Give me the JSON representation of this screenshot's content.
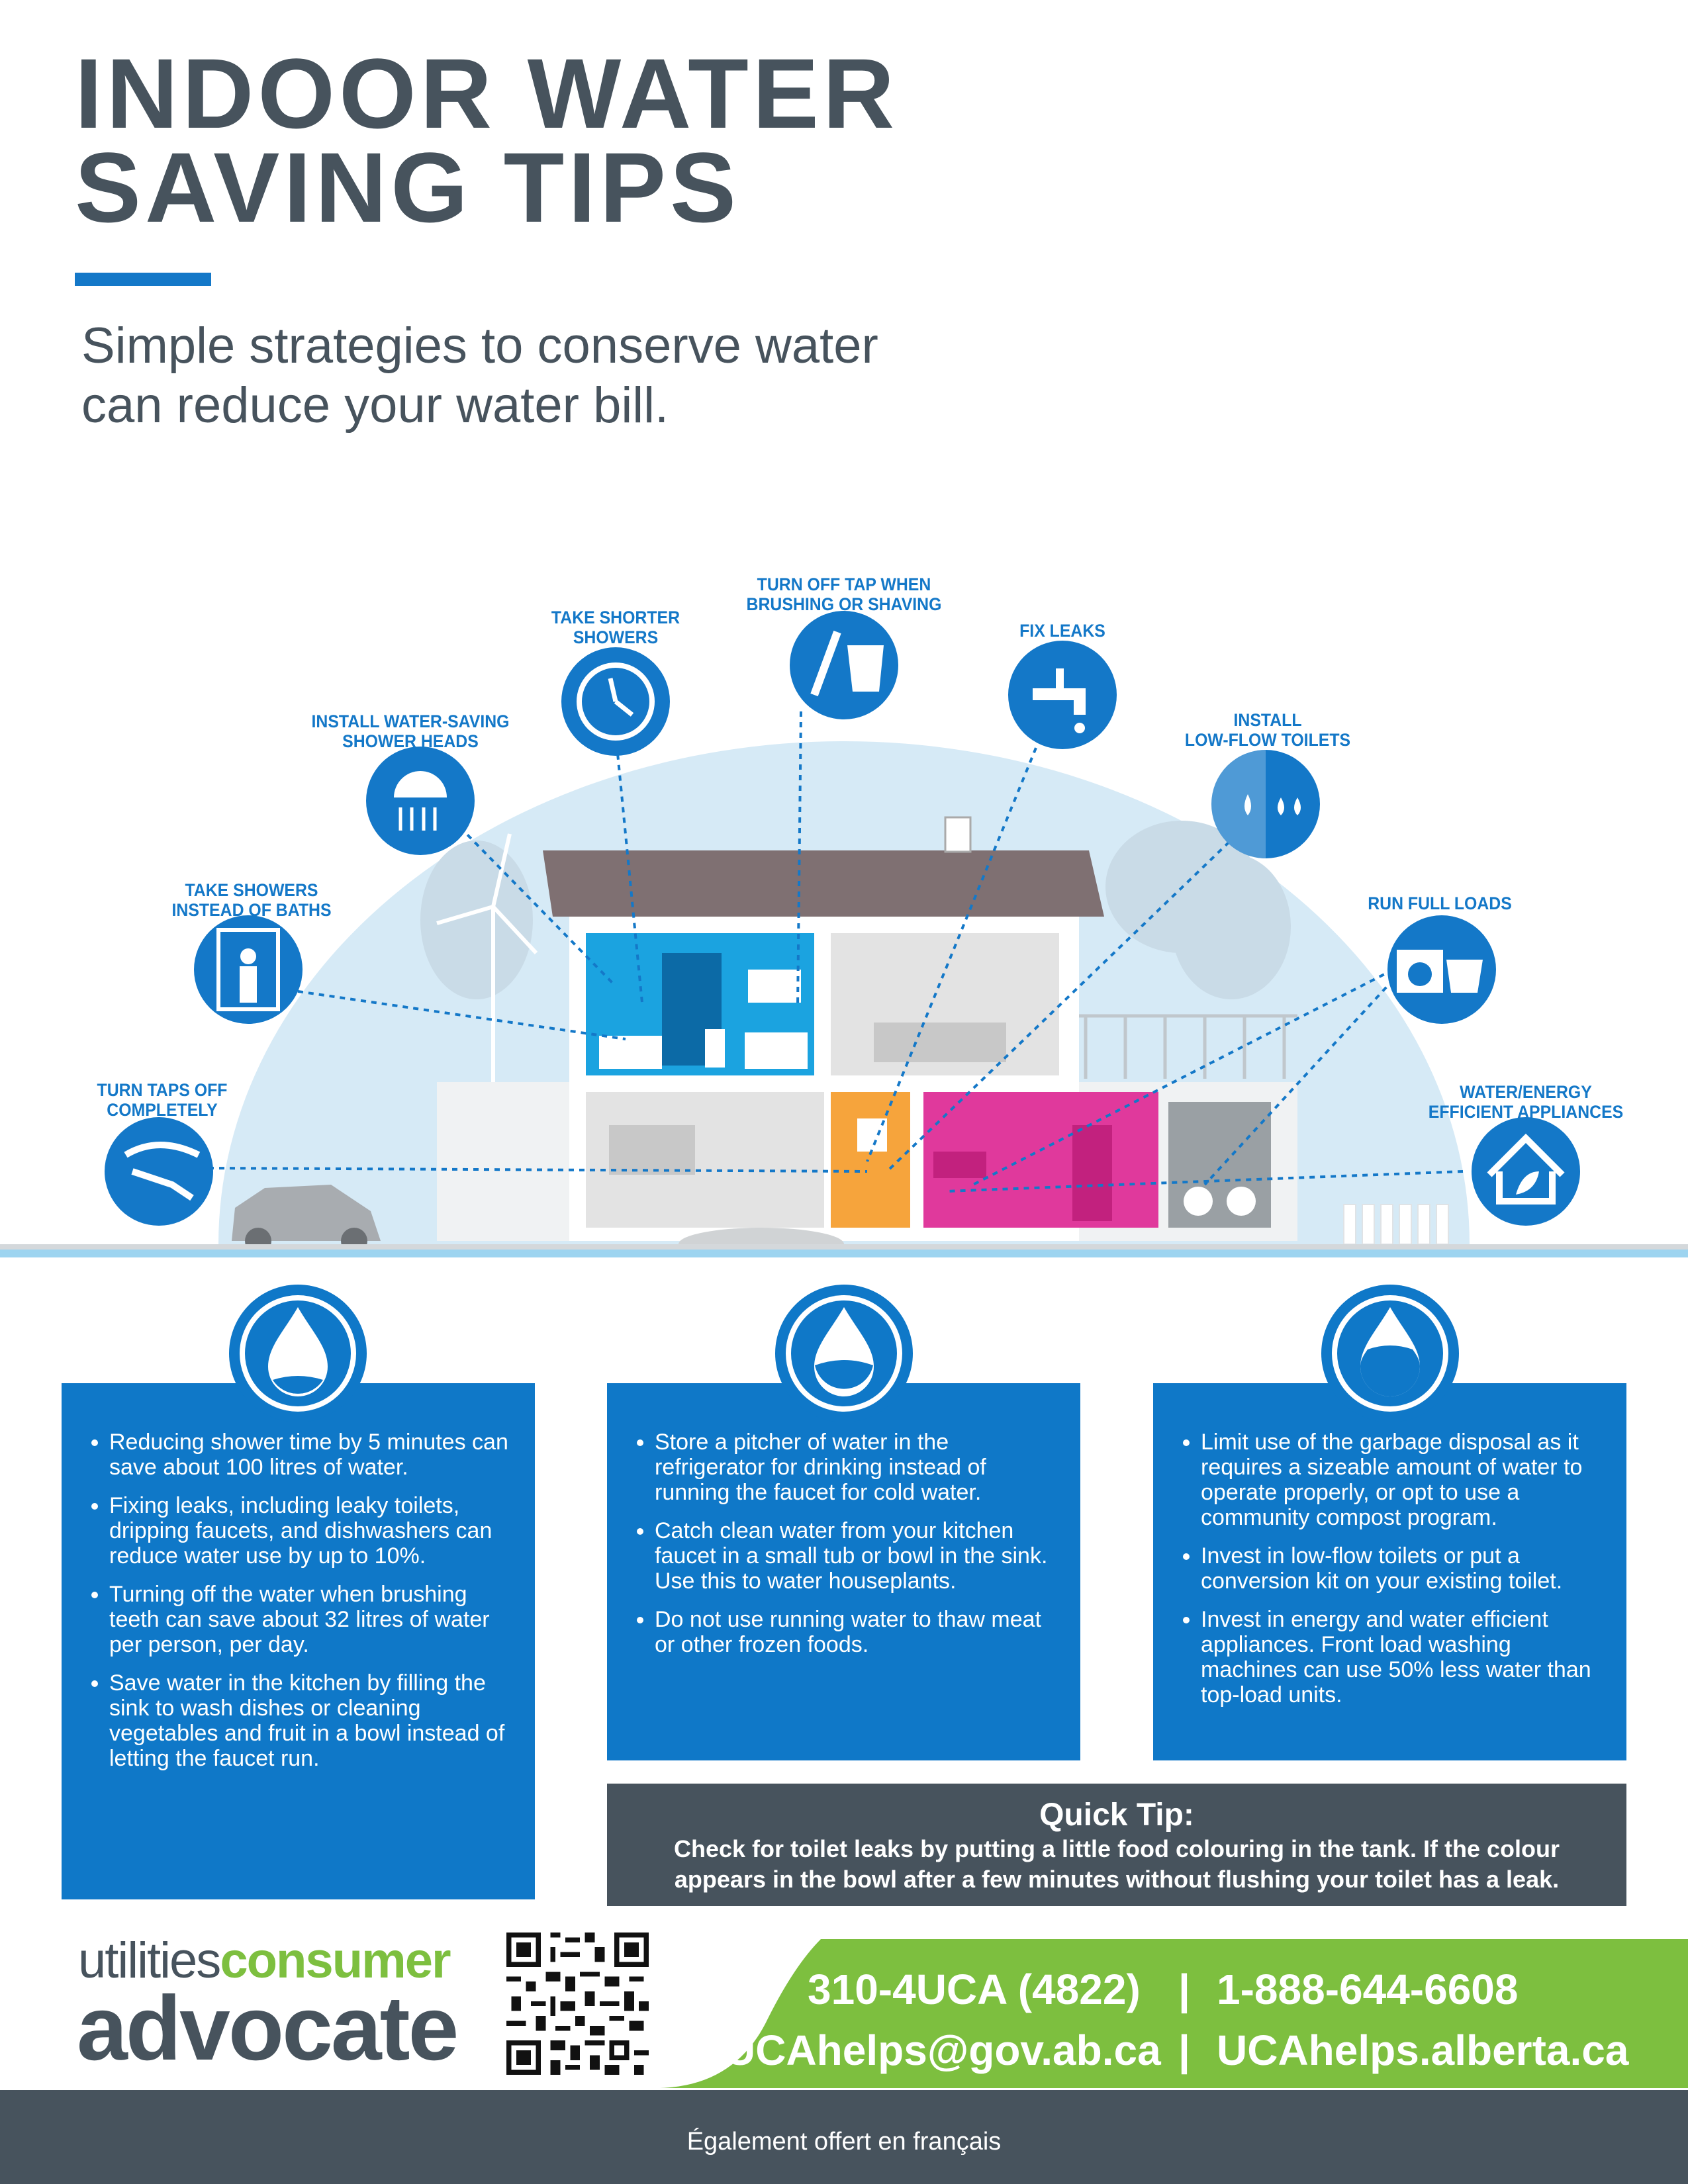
{
  "header": {
    "title_line1": "INDOOR WATER",
    "title_line2": "SAVING TIPS",
    "subtitle_line1": "Simple strategies to conserve water",
    "subtitle_line2": "can reduce your water bill."
  },
  "illustration": {
    "tips": [
      {
        "id": "turn-taps-off",
        "line1": "TURN TAPS OFF",
        "line2": "COMPLETELY",
        "icon": "hand-faucet-icon"
      },
      {
        "id": "showers-not-baths",
        "line1": "TAKE SHOWERS",
        "line2": "INSTEAD OF BATHS",
        "icon": "person-shower-icon"
      },
      {
        "id": "shower-heads",
        "line1": "INSTALL WATER-SAVING",
        "line2": "SHOWER HEADS",
        "icon": "shower-head-icon"
      },
      {
        "id": "shorter-showers",
        "line1": "TAKE SHORTER",
        "line2": "SHOWERS",
        "icon": "clock-icon"
      },
      {
        "id": "tap-brushing",
        "line1": "TURN OFF TAP WHEN",
        "line2": "BRUSHING OR SHAVING",
        "icon": "toothbrush-glass-icon"
      },
      {
        "id": "fix-leaks",
        "line1": "FIX LEAKS",
        "line2": "",
        "icon": "dripping-faucet-icon"
      },
      {
        "id": "low-flow-toilets",
        "line1": "INSTALL",
        "line2": "LOW-FLOW TOILETS",
        "icon": "water-drops-icon"
      },
      {
        "id": "full-loads",
        "line1": "RUN FULL LOADS",
        "line2": "",
        "icon": "dishwasher-laundry-icon"
      },
      {
        "id": "efficient-appliances",
        "line1": "WATER/ENERGY",
        "line2": "EFFICIENT APPLIANCES",
        "icon": "eco-house-icon"
      }
    ]
  },
  "tip_columns": [
    {
      "icon": "water-drop-low-icon",
      "items": [
        "Reducing shower time by 5 minutes can save about 100 litres of water.",
        "Fixing leaks, including leaky toilets, dripping faucets, and dishwashers can reduce water use by up to 10%.",
        "Turning off the water when brushing teeth can save about 32 litres of water per person, per day.",
        "Save water in the kitchen by filling the sink to wash dishes or cleaning vegetables and fruit in a bowl instead of letting the faucet run."
      ]
    },
    {
      "icon": "water-drop-half-icon",
      "items": [
        "Store a pitcher of water in the refrigerator for drinking instead of running the faucet for cold water.",
        "Catch clean water from your kitchen faucet in a small tub or bowl in the sink. Use this to water houseplants.",
        "Do not use running water to thaw meat or other frozen foods."
      ]
    },
    {
      "icon": "water-drop-full-icon",
      "items": [
        "Limit use of the garbage disposal as it requires a sizeable amount of water to operate properly, or opt to use a community compost program.",
        "Invest in low-flow toilets or put a conversion kit on your existing toilet.",
        "Invest in energy and water efficient appliances. Front load washing machines can use 50% less water than top-load units."
      ]
    }
  ],
  "quick_tip": {
    "title": "Quick Tip:",
    "text": "Check for toilet leaks by putting a little food colouring in the tank. If the colour appears in the bowl after a few minutes without flushing your toilet has a leak."
  },
  "footer": {
    "logo_part1": "utilities",
    "logo_part2": "consumer",
    "logo_part3": "advocate",
    "phone1": "310-4UCA (4822)",
    "phone2": "1-888-644-6608",
    "email": "UCAhelps@gov.ab.ca",
    "website": "UCAhelps.alberta.ca",
    "separator": "|",
    "french_note": "Également offert en français"
  },
  "colors": {
    "brand_blue": "#1478c8",
    "dark_slate": "#47535d",
    "brand_green": "#7dbf3f",
    "kitchen_pink": "#e0399c",
    "sky": "#d6eaf6"
  }
}
